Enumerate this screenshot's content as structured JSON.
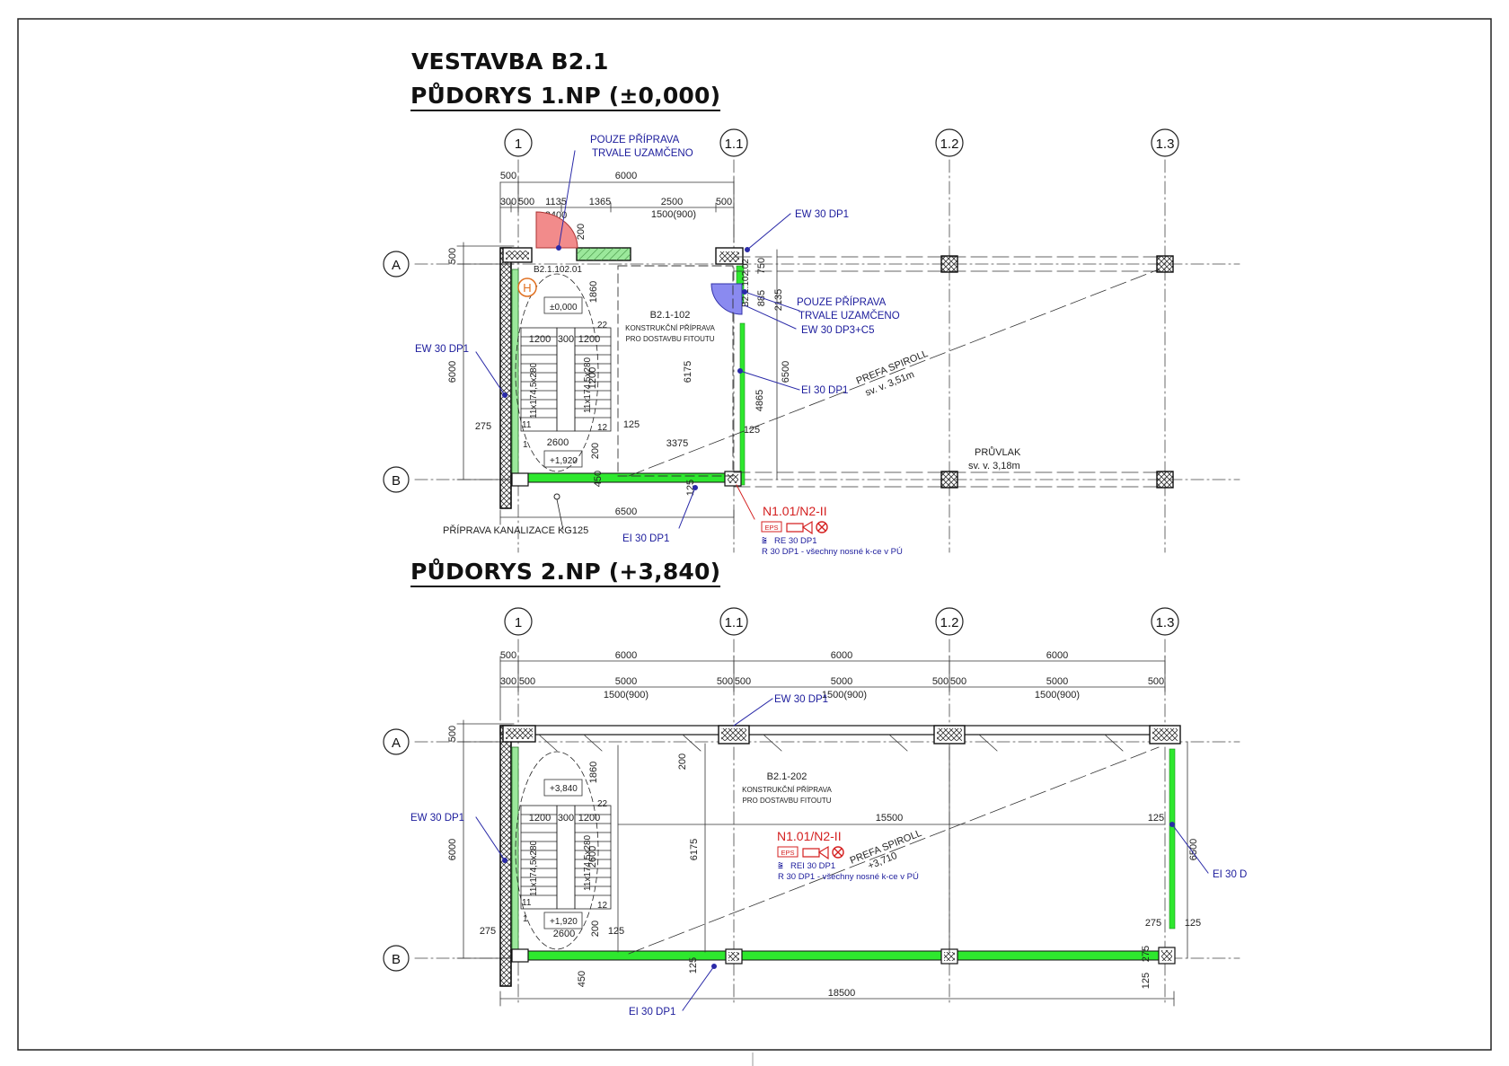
{
  "titles": {
    "building": "VESTAVBA B2.1",
    "plan1": "PŮDORYS 1.NP (±0,000)",
    "plan2": "PŮDORYS 2.NP (+3,840)"
  },
  "grid_labels": {
    "columns": [
      "1",
      "1.1",
      "1.2",
      "1.3"
    ],
    "rows": [
      "A",
      "B"
    ]
  },
  "plan1": {
    "room_id": "B2.1-102",
    "room_desc_1": "KONSTRUKČNÍ PŘÍPRAVA",
    "room_desc_2": "PRO DOSTAVBU FITOUTU",
    "door_1": "B2.1.102.01",
    "door_2": "B2.1.102.02",
    "level_floor": "±0,000",
    "level_landing": "+1,920",
    "hydrant": "H",
    "stair_flight_1": "11x174,5x280",
    "stair_flight_2": "11x174,5x280",
    "step_start": "1",
    "step_11": "11",
    "step_12": "12",
    "step_22": "22",
    "dims_top_1": [
      "500",
      "6000"
    ],
    "dims_top_2": [
      "300",
      "500",
      "1135",
      "1365",
      "2500",
      "500"
    ],
    "dims_top_3": [
      "2400",
      "200",
      "1500(900)"
    ],
    "dims_left": [
      "500",
      "6000",
      "275"
    ],
    "dims_inner": [
      "1860",
      "1200",
      "300",
      "1200",
      "2600",
      "1200",
      "200",
      "125",
      "3375",
      "450",
      "125",
      "6175",
      "4865",
      "6500",
      "750",
      "885",
      "2135",
      "125"
    ],
    "dim_bottom": "6500",
    "label_pouze_1a": "POUZE PŘÍPRAVA",
    "label_pouze_1b": "TRVALE UZAMČENO",
    "label_pouze_2a": "POUZE PŘÍPRAVA",
    "label_pouze_2b": "TRVALE UZAMČENO",
    "label_ew_top": "EW 30 DP1",
    "label_ew_dp3": "EW 30 DP3+C5",
    "label_ei_right": "EI 30 DP1",
    "label_ew_left": "EW 30 DP1",
    "label_ei_bottom": "EI 30 DP1",
    "label_kanalizace": "PŘÍPRAVA KANALIZACE KG125",
    "spiroll_1": "PREFA SPIROLL",
    "spiroll_2": "sv. v. 3,51m",
    "pruvlak_1": "PRŮVLAK",
    "pruvlak_2": "sv. v. 3,18m",
    "fire_code": "N1.01/N2-II",
    "eps": "EPS",
    "re_line": "RE 30 DP1",
    "r_line": "R 30 DP1 - všechny nosné k-ce v PÚ"
  },
  "plan2": {
    "room_id": "B2.1-202",
    "room_desc_1": "KONSTRUKČNÍ PŘÍPRAVA",
    "room_desc_2": "PRO DOSTAVBU FITOUTU",
    "level_floor": "+3,840",
    "level_landing": "+1,920",
    "stair_flight_1": "11x174,5x280",
    "stair_flight_2": "11x174,5x280",
    "step_start": "1",
    "step_11": "11",
    "step_12": "12",
    "step_22": "22",
    "dims_top_1": [
      "500",
      "6000",
      "6000",
      "6000"
    ],
    "dims_top_2": [
      "300",
      "500",
      "5000",
      "500",
      "500",
      "5000",
      "500",
      "500",
      "5000",
      "500"
    ],
    "dims_top_3": [
      "1500(900)",
      "1500(900)",
      "1500(900)"
    ],
    "dims_left": [
      "500",
      "6000",
      "275"
    ],
    "dims_inner": [
      "1860",
      "200",
      "1200",
      "300",
      "1200",
      "2600",
      "200",
      "125",
      "2600",
      "6175",
      "15500",
      "125",
      "6500",
      "275",
      "125",
      "275",
      "125",
      "450",
      "125"
    ],
    "dim_bottom": "18500",
    "label_ew_top": "EW 30 DP1",
    "label_ew_left": "EW 30 DP1",
    "label_ei_right": "EI 30 D",
    "label_ei_bottom": "EI 30 DP1",
    "spiroll_1": "PREFA SPIROLL",
    "spiroll_2": "+3,710",
    "fire_code": "N1.01/N2-II",
    "eps": "EPS",
    "rei_line": "REI 30 DP1",
    "r_line": "R 30 DP1 - všechny nosné k-ce v PÚ"
  },
  "colors": {
    "wall_green": "#2ee82e",
    "hatch_green": "#9be89b",
    "door_red": "#f28b8b",
    "door_blue": "#8a8af0",
    "label_blue": "#1c1c9c",
    "fire_red": "#d42020"
  }
}
